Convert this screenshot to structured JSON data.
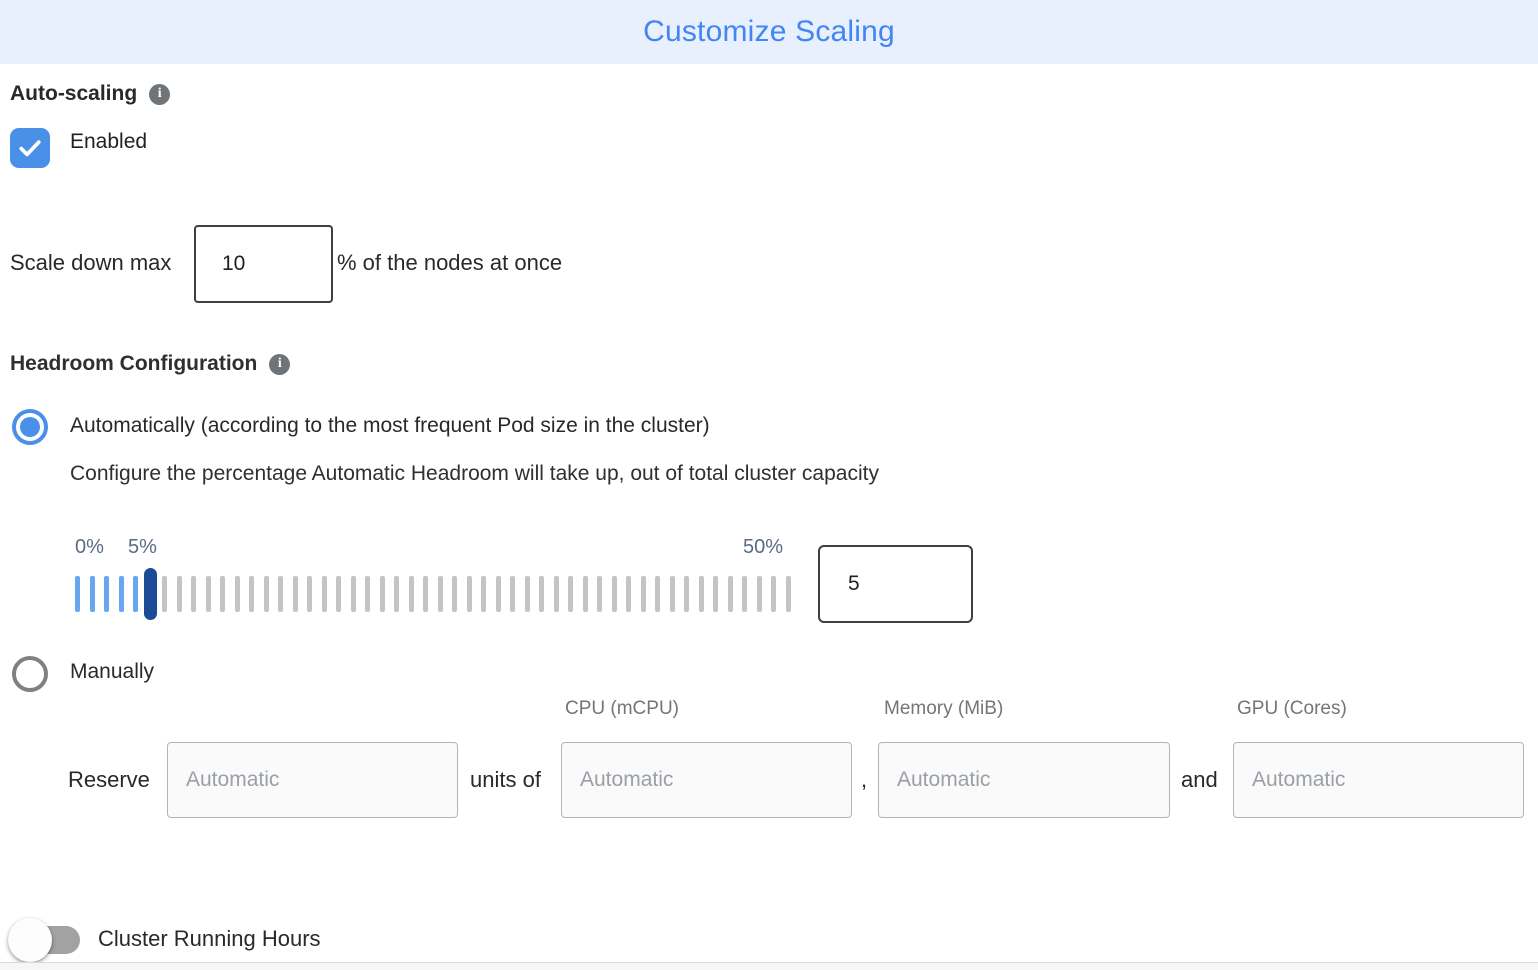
{
  "header": {
    "title": "Customize Scaling"
  },
  "auto_scaling": {
    "label": "Auto-scaling",
    "enabled": true,
    "enabled_label": "Enabled",
    "scale_down": {
      "prefix": "Scale down max",
      "value": "10",
      "suffix": "% of the nodes at once"
    }
  },
  "headroom": {
    "label": "Headroom Configuration",
    "automatic_option": "Automatically (according to the most frequent Pod size in the cluster)",
    "automatic_description": "Configure the percentage Automatic Headroom will take up, out of total cluster capacity",
    "slider": {
      "min_label": "0%",
      "current_label": "5%",
      "max_label": "50%",
      "value": "5",
      "tick_count": 50,
      "active_tick_count": 6,
      "handle_index": 5,
      "tick_spacing_px": 14.5
    },
    "manual_option": "Manually",
    "manual": {
      "columns": [
        "CPU (mCPU)",
        "Memory (MiB)",
        "GPU (Cores)"
      ],
      "reserve_label": "Reserve",
      "units_of_label": "units of",
      "comma": ",",
      "and_label": "and",
      "placeholder": "Automatic"
    }
  },
  "cluster_running_hours": {
    "label": "Cluster Running Hours",
    "enabled": false
  },
  "colors": {
    "accent_blue": "#4285f4",
    "control_blue": "#4a90e8",
    "header_bg": "#e8effd",
    "tick_blue": "#68a6f3",
    "tick_gray": "#c4c4c4",
    "handle_navy": "#1b4a97",
    "info_gray": "#6f7479"
  }
}
